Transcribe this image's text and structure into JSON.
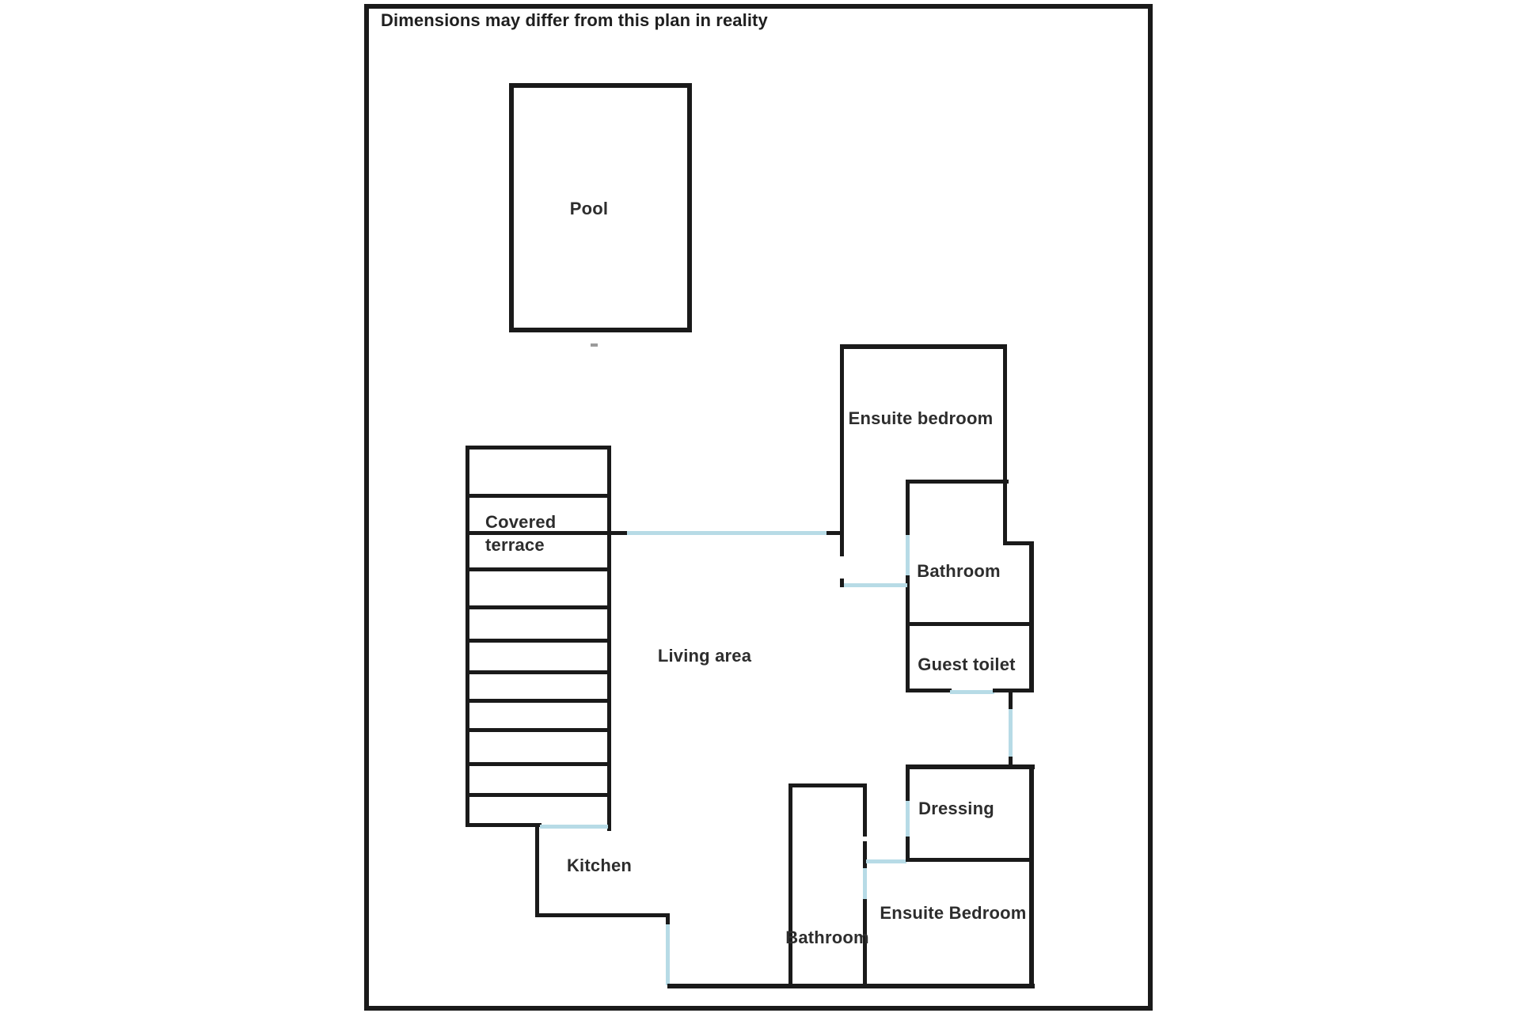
{
  "disclaimer": "Dimensions may differ from this plan in reality",
  "plan": {
    "colors": {
      "wall": "#1a1a1a",
      "opening": "#b7dbe6"
    },
    "rooms": {
      "pool": {
        "label": "Pool"
      },
      "covered_terrace": {
        "line1": "Covered",
        "line2": "terrace"
      },
      "living_area": {
        "label": "Living area"
      },
      "kitchen": {
        "label": "Kitchen"
      },
      "ensuite_bedroom_top": {
        "label": "Ensuite bedroom"
      },
      "bathroom_top": {
        "label": "Bathroom"
      },
      "guest_toilet": {
        "label": "Guest toilet"
      },
      "dressing": {
        "label": "Dressing"
      },
      "ensuite_bedroom_bottom": {
        "label": "Ensuite Bedroom"
      },
      "bathroom_bottom": {
        "label": "Bathroom"
      }
    }
  }
}
